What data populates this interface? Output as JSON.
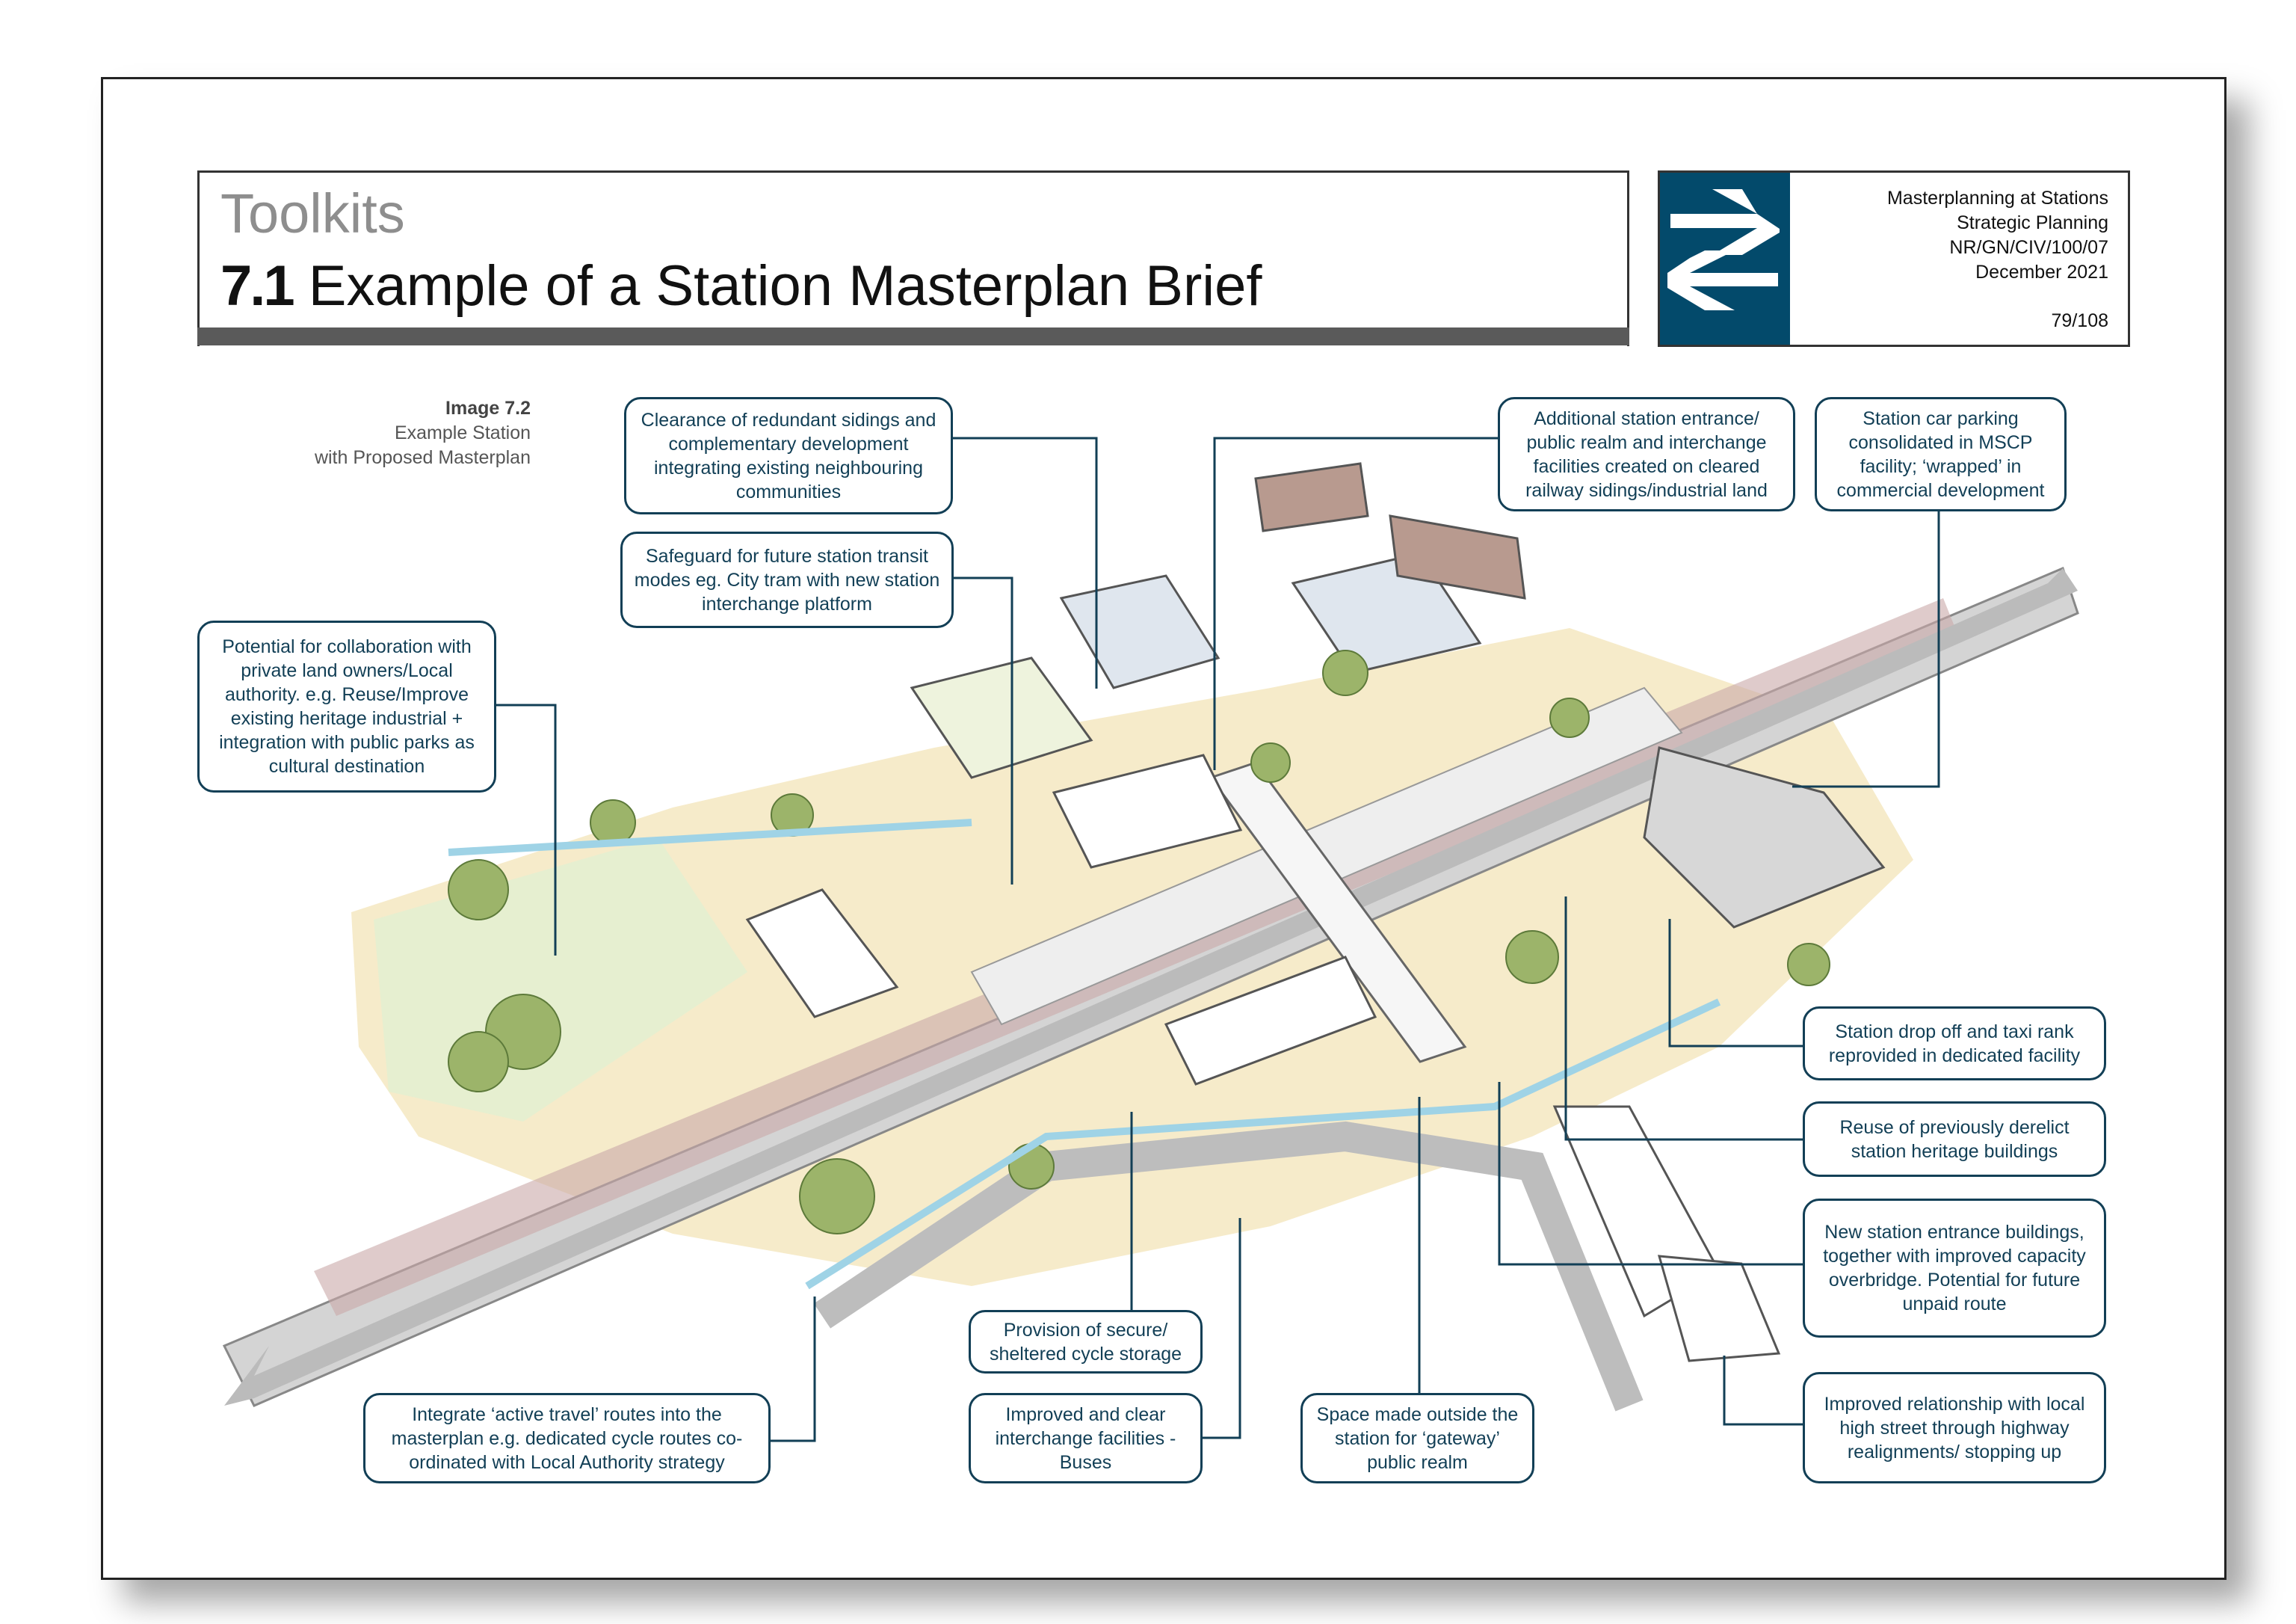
{
  "header": {
    "section": "Toolkits",
    "number": "7.1",
    "title": "Example of a Station Masterplan Brief"
  },
  "meta": {
    "lines": [
      "Masterplanning at Stations",
      "Strategic Planning",
      "NR/GN/CIV/100/07",
      "December 2021"
    ],
    "page": "79/108",
    "brand_color": "#034a6b",
    "logo": "double-arrow-rail-logo"
  },
  "caption": {
    "label": "Image 7.2",
    "line1": "Example Station",
    "line2": "with Proposed Masterplan"
  },
  "callouts": [
    "Clearance of redundant sidings and complementary development integrating existing neighbouring communities",
    "Safeguard for future station transit modes eg. City tram with new station interchange platform",
    "Potential for collaboration with private land owners/Local authority. e.g. Reuse/Improve existing heritage industrial + integration with public parks as cultural destination",
    "Additional station entrance/ public realm and interchange facilities created on cleared railway sidings/industrial land",
    "Station car parking consolidated in MSCP facility; ‘wrapped’ in commercial development",
    "Station drop off and taxi rank reprovided in dedicated facility",
    "Reuse of previously derelict station heritage buildings",
    "New station entrance buildings, together with improved capacity overbridge. Potential for future unpaid route",
    "Improved relationship with local high street through highway realignments/ stopping up",
    "Integrate ‘active travel’ routes into the masterplan e.g. dedicated cycle routes co-ordinated with Local Authority strategy",
    "Provision of secure/ sheltered cycle storage",
    "Improved and clear interchange facilities - Buses",
    "Space made outside the station for ‘gateway’ public realm"
  ]
}
